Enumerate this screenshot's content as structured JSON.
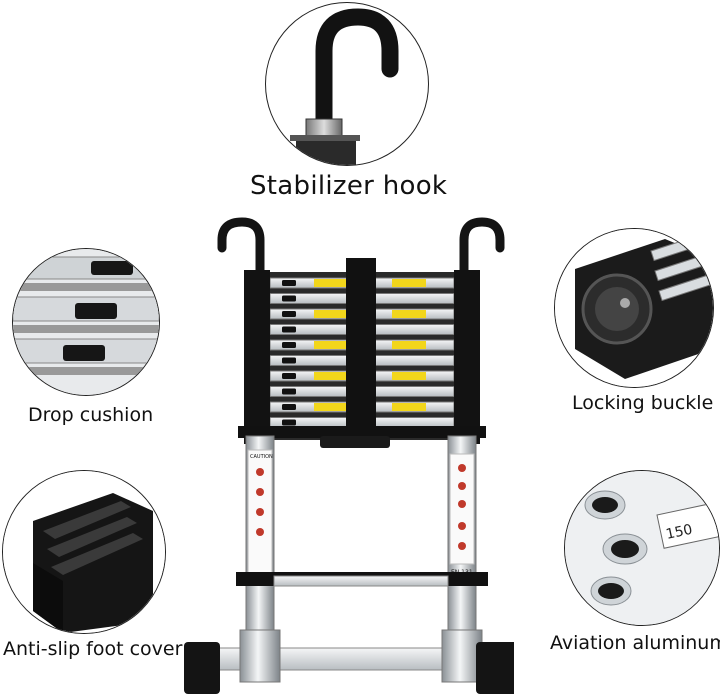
{
  "captions": {
    "stabilizer_hook": "Stabilizer hook",
    "drop_cushion": "Drop cushion",
    "locking_buckle": "Locking buckle",
    "anti_slip_foot_cover": "Anti-slip foot cover",
    "aviation_aluminum": "Aviation aluminum"
  },
  "ladder_labels": {
    "caution": "CAUTION",
    "standard": "EN 131",
    "tube_marking": "150"
  },
  "colors": {
    "outline": "#222222",
    "warning_yellow": "#f2d61b",
    "aluminum": "#d9dde0",
    "rubber": "#141414"
  }
}
